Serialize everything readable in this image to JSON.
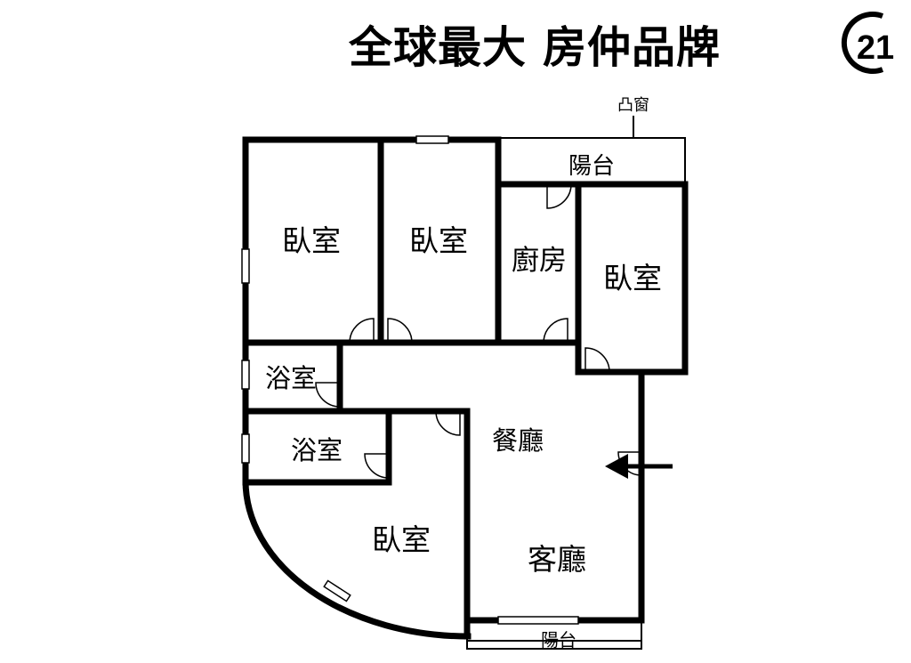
{
  "header": {
    "slogan": "全球最大  房仲品牌",
    "logo_text": "21"
  },
  "floor_plan": {
    "bay_window_label": "凸窗",
    "rooms": {
      "bedroom_1": "臥室",
      "bedroom_2": "臥室",
      "kitchen": "廚房",
      "bedroom_3": "臥室",
      "bathroom_1": "浴室",
      "bathroom_2": "浴室",
      "dining": "餐廳",
      "bedroom_4": "臥室",
      "living": "客廳",
      "balcony_top": "陽台",
      "balcony_bottom": "陽台"
    }
  }
}
